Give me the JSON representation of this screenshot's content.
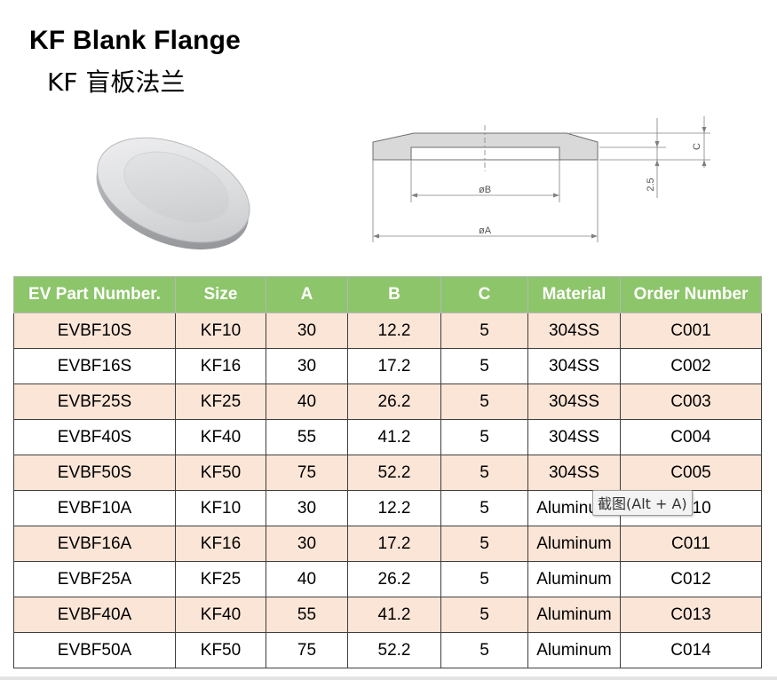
{
  "header": {
    "title": "KF Blank Flange",
    "subtitle": "KF 盲板法兰"
  },
  "drawing": {
    "label_b": "øB",
    "label_a": "øA",
    "label_c": "C",
    "label_thickness": "2.5"
  },
  "table": {
    "headers": [
      "EV Part Number.",
      "Size",
      "A",
      "B",
      "C",
      "Material",
      "Order Number"
    ],
    "rows": [
      [
        "EVBF10S",
        "KF10",
        "30",
        "12.2",
        "5",
        "304SS",
        "C001"
      ],
      [
        "EVBF16S",
        "KF16",
        "30",
        "17.2",
        "5",
        "304SS",
        "C002"
      ],
      [
        "EVBF25S",
        "KF25",
        "40",
        "26.2",
        "5",
        "304SS",
        "C003"
      ],
      [
        "EVBF40S",
        "KF40",
        "55",
        "41.2",
        "5",
        "304SS",
        "C004"
      ],
      [
        "EVBF50S",
        "KF50",
        "75",
        "52.2",
        "5",
        "304SS",
        "C005"
      ],
      [
        "EVBF10A",
        "KF10",
        "30",
        "12.2",
        "5",
        "Aluminum",
        "C010"
      ],
      [
        "EVBF16A",
        "KF16",
        "30",
        "17.2",
        "5",
        "Aluminum",
        "C011"
      ],
      [
        "EVBF25A",
        "KF25",
        "40",
        "26.2",
        "5",
        "Aluminum",
        "C012"
      ],
      [
        "EVBF40A",
        "KF40",
        "55",
        "41.2",
        "5",
        "Aluminum",
        "C013"
      ],
      [
        "EVBF50A",
        "KF50",
        "75",
        "52.2",
        "5",
        "Aluminum",
        "C014"
      ]
    ]
  },
  "tooltip": {
    "text": "截图(Alt + A)"
  },
  "colors": {
    "header_bg": "#8dc56a",
    "odd_row_bg": "#fbe5d6",
    "even_row_bg": "#ffffff"
  }
}
